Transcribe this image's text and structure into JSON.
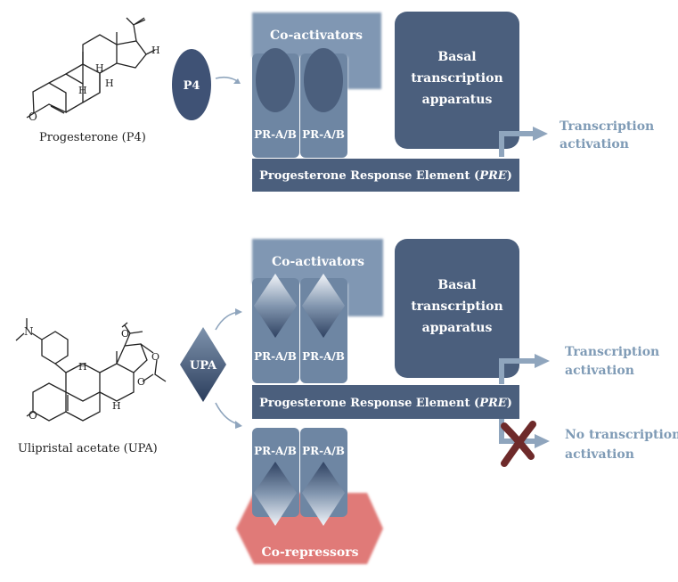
{
  "panel_top": {
    "molecule_label": "Progesterone (P4)",
    "ligand": "P4",
    "coactivators": "Co-activators",
    "basal": [
      "Basal",
      "transcription",
      "apparatus"
    ],
    "receptor_left": "PR-A/B",
    "receptor_right": "PR-A/B",
    "pre_text": "Progesterone Response Element (",
    "pre_italic": "PRE",
    "pre_close": ")",
    "outcome": [
      "Transcription",
      "activation"
    ]
  },
  "panel_bottom": {
    "molecule_label": "Ulipristal acetate (UPA)",
    "ligand": "UPA",
    "coactivators": "Co-activators",
    "basal": [
      "Basal",
      "transcription",
      "apparatus"
    ],
    "receptor_left": "PR-A/B",
    "receptor_right": "PR-A/B",
    "receptor_low_left": "PR-A/B",
    "receptor_low_right": "PR-A/B",
    "pre_text": "Progesterone Response Element (",
    "pre_italic": "PRE",
    "pre_close": ")",
    "outcome_on": [
      "Transcription",
      "activation"
    ],
    "outcome_off": [
      "No transcription",
      "activation"
    ],
    "corepressors": "Co-repressors"
  },
  "atoms": {
    "ketone_o": "O",
    "p4_h1": "H",
    "p4_h2": "H",
    "p4_h3": "H",
    "p4_h4": "H",
    "upa_n": "N",
    "upa_h1": "H",
    "upa_h2": "H",
    "upa_o1": "O",
    "upa_o2": "O",
    "upa_o3": "O",
    "upa_o4": "O"
  },
  "colors": {
    "dark_box": "#4b5f7d",
    "light_box": "#8097b3",
    "receptor": "#6e86a3",
    "ligand": "#3f5275",
    "arrow": "#8fa5bd",
    "corepressor": "#e07a78",
    "cross": "#6e2a2a"
  }
}
